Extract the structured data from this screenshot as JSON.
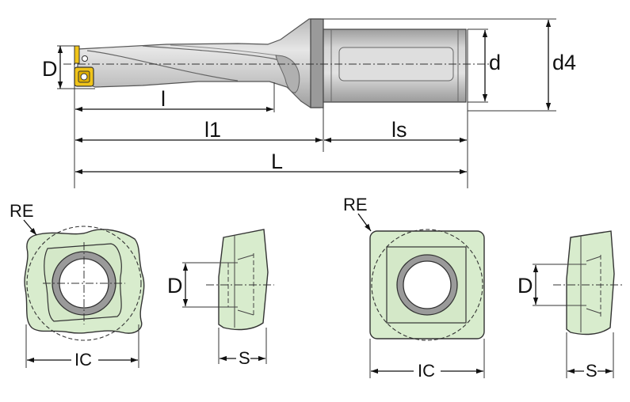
{
  "drill_labels": {
    "D": "D",
    "l": "l",
    "l1": "l1",
    "ls": "ls",
    "L": "L",
    "d": "d",
    "d4": "d4"
  },
  "insert_left": {
    "RE": "RE",
    "IC": "IC",
    "D": "D",
    "S": "S"
  },
  "insert_right": {
    "RE": "RE",
    "IC": "IC",
    "D": "D",
    "S": "S"
  },
  "colors": {
    "insert_fill": "#d8eccd",
    "tool_body": "#c9c9c9",
    "tool_dark": "#8f8f8f",
    "shank_light": "#d9d9d9",
    "carbide_insert": "#f0c419",
    "hole_ring": "#9a9a9a"
  }
}
